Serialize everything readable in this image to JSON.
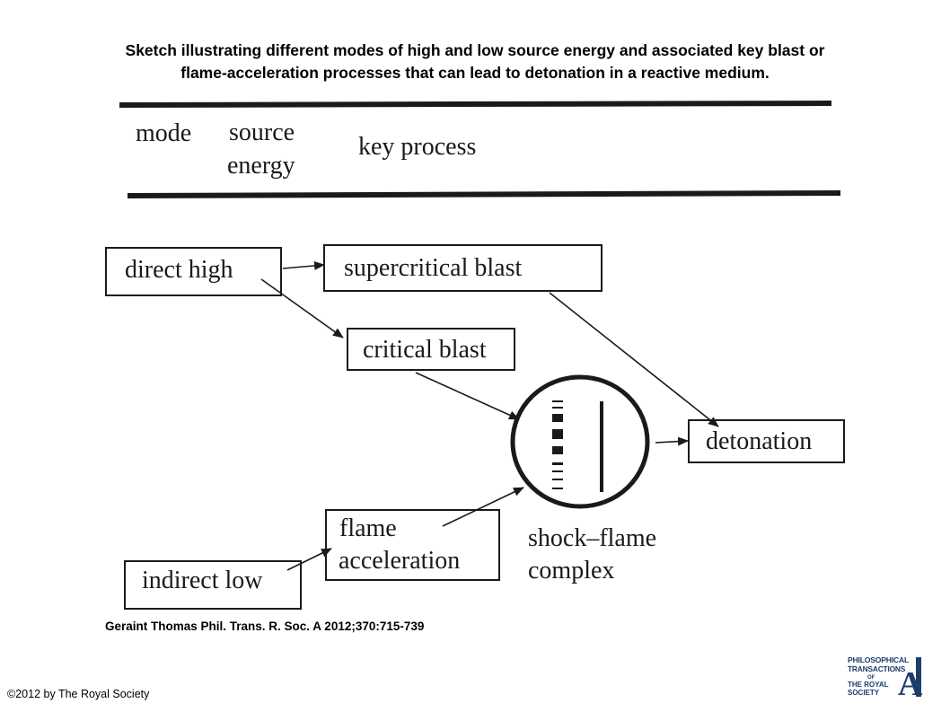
{
  "caption": {
    "line1": "Sketch illustrating different modes of high and low source energy and associated key blast or",
    "line2": "flame-acceleration processes that can lead to detonation in a reactive medium."
  },
  "header": {
    "mode": "mode",
    "source_line1": "source",
    "source_line2": "energy",
    "key_process": "key process"
  },
  "nodes": {
    "direct_high": "direct high",
    "supercritical_blast": "supercritical blast",
    "critical_blast": "critical blast",
    "detonation": "detonation",
    "flame_line1": "flame",
    "flame_line2": "acceleration",
    "indirect_low": "indirect low",
    "shock_line1": "shock–flame",
    "shock_line2": "complex"
  },
  "edges": [
    {
      "from": "direct high",
      "to": "supercritical blast"
    },
    {
      "from": "direct high",
      "to": "critical blast"
    },
    {
      "from": "supercritical blast",
      "to": "detonation"
    },
    {
      "from": "critical blast",
      "to": "shock–flame complex"
    },
    {
      "from": "flame acceleration",
      "to": "shock–flame complex"
    },
    {
      "from": "indirect low",
      "to": "flame acceleration"
    },
    {
      "from": "shock–flame complex",
      "to": "detonation"
    }
  ],
  "citation": "Geraint Thomas Phil. Trans. R. Soc. A 2012;370:715-739",
  "copyright": "©2012 by The Royal Society",
  "logo": {
    "line1": "PHILOSOPHICAL",
    "line2": "TRANSACTIONS",
    "line3": "OF",
    "line4": "THE ROYAL",
    "line5": "SOCIETY",
    "letter": "A",
    "color": "#1f3d6b"
  }
}
